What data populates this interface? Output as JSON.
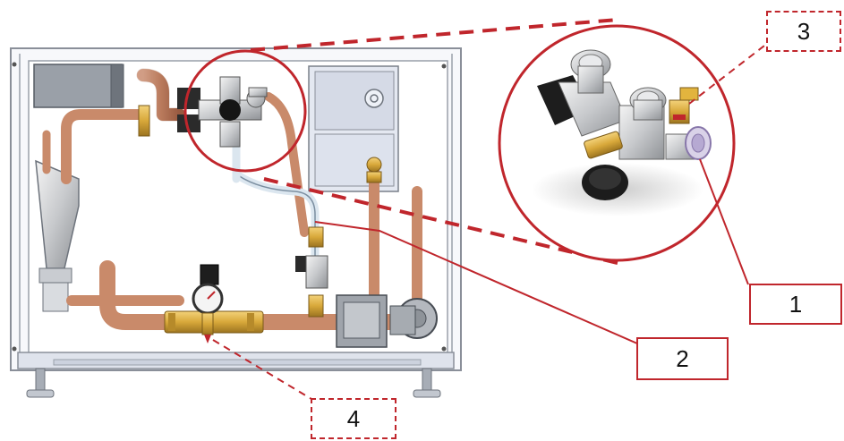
{
  "callouts": [
    {
      "number": "1",
      "style": "solid"
    },
    {
      "number": "2",
      "style": "solid"
    },
    {
      "number": "3",
      "style": "dashed"
    },
    {
      "number": "4",
      "style": "dashed"
    }
  ],
  "colors": {
    "callout_red": "#c0262c",
    "frame_gray": "#8a8f99",
    "panel_fill": "#dfe3ec",
    "copper": "#c98a6a",
    "brass": "#d8a83a"
  }
}
